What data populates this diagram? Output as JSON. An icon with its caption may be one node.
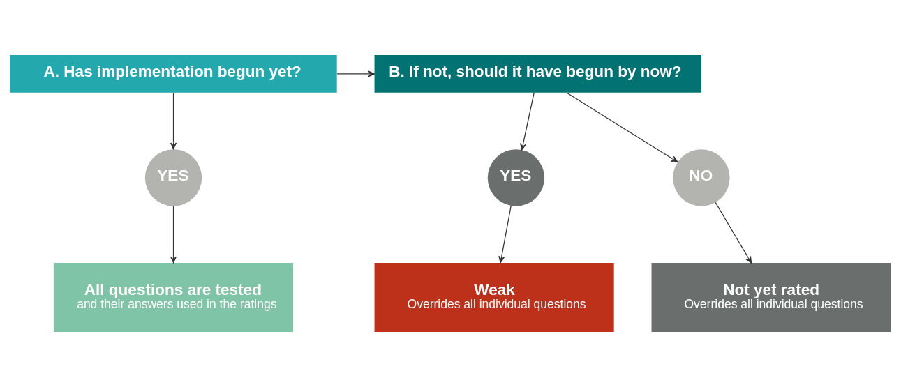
{
  "diagram": {
    "nodes": [
      {
        "text": [
          "A. Has implementation begun yet?"
        ]
      },
      {
        "text": [
          "B. If not, should it have begun by now?"
        ]
      },
      {
        "text": [
          "YES"
        ]
      },
      {
        "text": [
          "YES"
        ]
      },
      {
        "text": [
          "NO"
        ]
      },
      {
        "text": [
          "All questions are tested",
          "and their answers used in the ratings"
        ]
      },
      {
        "text": [
          "Weak",
          "Overrides all individual questions"
        ]
      },
      {
        "text": [
          "Not yet rated",
          "Overrides all individual questions"
        ]
      }
    ],
    "edges": [
      {
        "from": 0,
        "to": 1,
        "arrow": "to"
      },
      {
        "from": 0,
        "to": 2,
        "arrow": "to"
      },
      {
        "from": 1,
        "to": 3,
        "arrow": "to"
      },
      {
        "from": 1,
        "to": 4,
        "arrow": "to"
      },
      {
        "from": 2,
        "to": 5,
        "arrow": "to"
      },
      {
        "from": 3,
        "to": 6,
        "arrow": "to"
      },
      {
        "from": 4,
        "to": 7,
        "arrow": "to"
      }
    ]
  }
}
